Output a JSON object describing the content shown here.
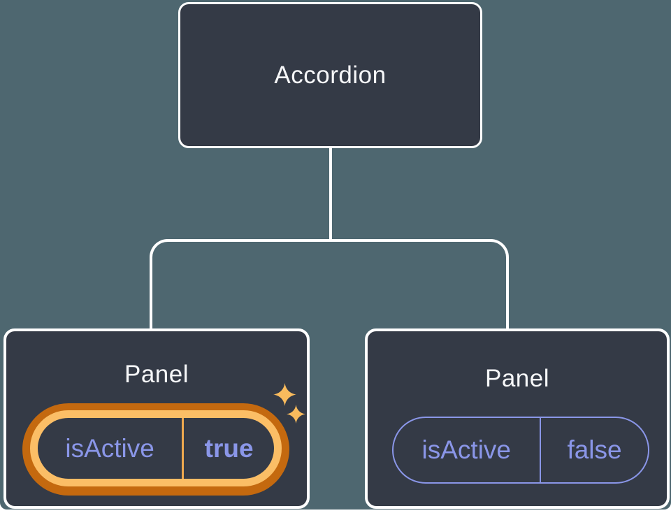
{
  "colors": {
    "page-bg": "#FFFFFF",
    "canvas-bg": "#4E6770",
    "node-bg": "#343A46",
    "node-border": "#FFFFFF",
    "label-text": "#F6F7F9",
    "prop-text": "#8A96E8",
    "pill-border-inactive": "#8A96E8",
    "active-ring-gold": "#FBBE66",
    "active-ring-orange": "#C4690F",
    "active-divider": "#EFA94F",
    "sparkle-gold": "#F9BB5D"
  },
  "diagram": {
    "type": "component-tree",
    "root": {
      "label": "Accordion"
    },
    "children": [
      {
        "label": "Panel",
        "prop": {
          "name": "isActive",
          "value": "true"
        },
        "state": "active",
        "highlight": "gold-ring-with-sparkles"
      },
      {
        "label": "Panel",
        "prop": {
          "name": "isActive",
          "value": "false"
        },
        "state": "inactive"
      }
    ]
  }
}
